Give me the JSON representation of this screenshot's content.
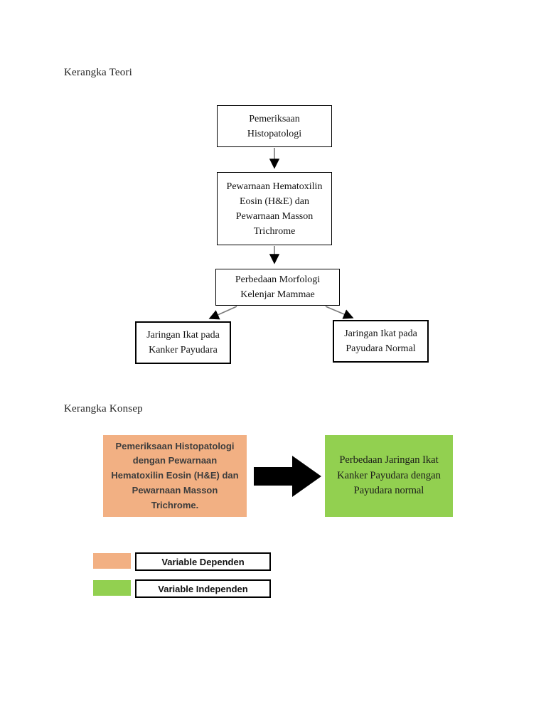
{
  "teori": {
    "heading": "Kerangka Teori",
    "box_pemeriksaan": "Pemeriksaan\nHistopatologi",
    "box_pewarnaan": "Pewarnaan Hematoxilin\nEosin (H&E) dan\nPewarnaan Masson\nTrichrome",
    "box_perbedaan": "Perbedaan Morfologi\nKelenjar Mammae",
    "box_kanker": "Jaringan Ikat pada\nKanker Payudara",
    "box_normal": "Jaringan Ikat pada\nPayudara Normal"
  },
  "konsep": {
    "heading": "Kerangka Konsep",
    "dependen_box": "Pemeriksaan Histopatologi\ndengan Pewarnaan\nHematoxilin Eosin (H&E) dan\nPewarnaan Masson\nTrichrome.",
    "independen_box": "Perbedaan Jaringan Ikat\nKanker Payudara dengan\nPayudara normal",
    "legend": {
      "dependen_label": "Variable Dependen",
      "independen_label": "Variable Independen"
    }
  },
  "colors": {
    "orange": "#F2B083",
    "green": "#92D050",
    "connector_line": "#7a7a7a",
    "arrow_black": "#000000"
  },
  "icons": {
    "connector": "down-arrow",
    "branch": "diagonal-arrow",
    "flow": "right-block-arrow"
  }
}
